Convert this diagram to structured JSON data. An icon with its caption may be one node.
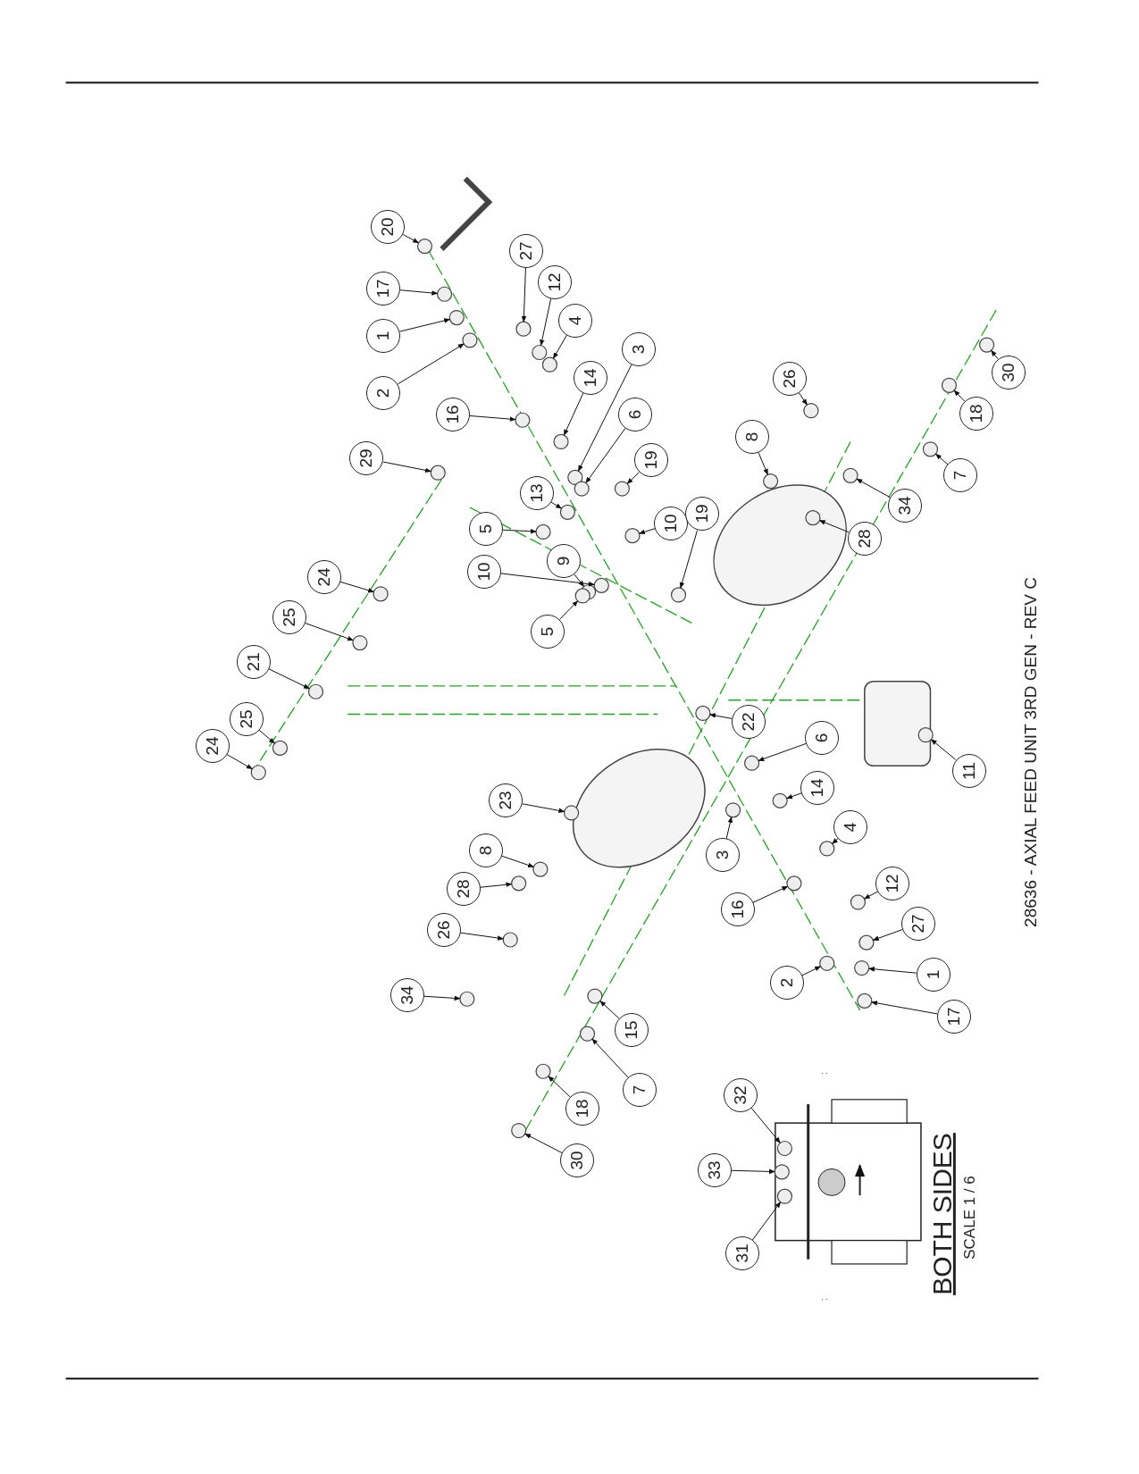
{
  "diagram": {
    "title": "28636 - AXIAL FEED UNIT 3RD GEN - REV C",
    "nodes": [
      {
        "text": [
          "20"
        ]
      },
      {
        "text": [
          "17"
        ]
      },
      {
        "text": [
          "1"
        ]
      },
      {
        "text": [
          "2"
        ]
      },
      {
        "text": [
          "27"
        ]
      },
      {
        "text": [
          "12"
        ]
      },
      {
        "text": [
          "4"
        ]
      },
      {
        "text": [
          "3"
        ]
      },
      {
        "text": [
          "14"
        ]
      },
      {
        "text": [
          "16"
        ]
      },
      {
        "text": [
          "6"
        ]
      },
      {
        "text": [
          "19"
        ]
      },
      {
        "text": [
          "13"
        ]
      },
      {
        "text": [
          "29"
        ]
      },
      {
        "text": [
          "8"
        ]
      },
      {
        "text": [
          "26"
        ]
      },
      {
        "text": [
          "30"
        ]
      },
      {
        "text": [
          "18"
        ]
      },
      {
        "text": [
          "7"
        ]
      },
      {
        "text": [
          "34"
        ]
      },
      {
        "text": [
          "28"
        ]
      },
      {
        "text": [
          "5"
        ]
      },
      {
        "text": [
          "10"
        ]
      },
      {
        "text": [
          "19"
        ]
      },
      {
        "text": [
          "9"
        ]
      },
      {
        "text": [
          "10"
        ]
      },
      {
        "text": [
          "5"
        ]
      },
      {
        "text": [
          "24"
        ]
      },
      {
        "text": [
          "25"
        ]
      },
      {
        "text": [
          "21"
        ]
      },
      {
        "text": [
          "25"
        ]
      },
      {
        "text": [
          "24"
        ]
      },
      {
        "text": [
          "22"
        ]
      },
      {
        "text": [
          "6"
        ]
      },
      {
        "text": [
          "3"
        ]
      },
      {
        "text": [
          "14"
        ]
      },
      {
        "text": [
          "11"
        ]
      },
      {
        "text": [
          "23"
        ]
      },
      {
        "text": [
          "8"
        ]
      },
      {
        "text": [
          "28"
        ]
      },
      {
        "text": [
          "26"
        ]
      },
      {
        "text": [
          "34"
        ]
      },
      {
        "text": [
          "15"
        ]
      },
      {
        "text": [
          "7"
        ]
      },
      {
        "text": [
          "18"
        ]
      },
      {
        "text": [
          "30"
        ]
      },
      {
        "text": [
          "4"
        ]
      },
      {
        "text": [
          "12"
        ]
      },
      {
        "text": [
          "16"
        ]
      },
      {
        "text": [
          "27"
        ]
      },
      {
        "text": [
          "1"
        ]
      },
      {
        "text": [
          "2"
        ]
      },
      {
        "text": [
          "17"
        ]
      },
      {
        "text": [
          "32"
        ]
      },
      {
        "text": [
          "33"
        ]
      },
      {
        "text": [
          "31"
        ]
      },
      {
        "text": [],
        "shape": "circle"
      },
      {
        "text": [],
        "shape": "circle"
      },
      {
        "text": [],
        "shape": "circle"
      },
      {
        "text": [],
        "shape": "circle"
      },
      {
        "text": [],
        "shape": "circle"
      },
      {
        "text": [],
        "shape": "circle"
      },
      {
        "text": [],
        "shape": "circle"
      },
      {
        "text": [],
        "shape": "circle"
      },
      {
        "text": [],
        "shape": "circle"
      },
      {
        "text": [],
        "shape": "circle"
      },
      {
        "text": [],
        "shape": "circle"
      },
      {
        "text": [],
        "shape": "circle"
      },
      {
        "text": [],
        "shape": "circle"
      },
      {
        "text": [],
        "shape": "circle"
      },
      {
        "text": [],
        "shape": "circle"
      },
      {
        "text": [],
        "shape": "circle"
      },
      {
        "text": [],
        "shape": "circle"
      },
      {
        "text": [],
        "shape": "circle"
      },
      {
        "text": [],
        "shape": "circle"
      },
      {
        "text": [],
        "shape": "circle"
      },
      {
        "text": [],
        "shape": "circle"
      },
      {
        "text": [],
        "shape": "circle"
      },
      {
        "text": [],
        "shape": "circle"
      },
      {
        "text": [],
        "shape": "circle"
      },
      {
        "text": [],
        "shape": "circle"
      },
      {
        "text": [],
        "shape": "circle"
      },
      {
        "text": [],
        "shape": "circle"
      },
      {
        "text": [],
        "shape": "circle"
      },
      {
        "text": [],
        "shape": "circle"
      },
      {
        "text": [],
        "shape": "circle"
      },
      {
        "text": [],
        "shape": "circle"
      },
      {
        "text": [],
        "shape": "circle"
      },
      {
        "text": [],
        "shape": "circle"
      },
      {
        "text": [],
        "shape": "circle"
      },
      {
        "text": [],
        "shape": "circle"
      },
      {
        "text": [],
        "shape": "circle"
      },
      {
        "text": [],
        "shape": "circle"
      },
      {
        "text": [],
        "shape": "circle"
      },
      {
        "text": [],
        "shape": "circle"
      },
      {
        "text": [],
        "shape": "circle"
      },
      {
        "text": [],
        "shape": "circle"
      },
      {
        "text": [],
        "shape": "circle"
      },
      {
        "text": [],
        "shape": "circle"
      },
      {
        "text": [],
        "shape": "circle"
      },
      {
        "text": [],
        "shape": "circle"
      },
      {
        "text": [],
        "shape": "circle"
      },
      {
        "text": [],
        "shape": "circle"
      },
      {
        "text": [],
        "shape": "circle"
      },
      {
        "text": [],
        "shape": "circle"
      },
      {
        "text": [],
        "shape": "circle"
      },
      {
        "text": [],
        "shape": "circle"
      },
      {
        "text": [],
        "shape": "circle"
      },
      {
        "text": [],
        "shape": "circle"
      },
      {
        "text": [],
        "shape": "circle"
      },
      {
        "text": [],
        "shape": "circle"
      },
      {
        "text": [],
        "shape": "circle"
      }
    ],
    "edges": [
      {
        "from": 0,
        "to": 56,
        "arrow": "to"
      },
      {
        "from": 1,
        "to": 57,
        "arrow": "to"
      },
      {
        "from": 2,
        "to": 58,
        "arrow": "to"
      },
      {
        "from": 3,
        "to": 59,
        "arrow": "to"
      },
      {
        "from": 4,
        "to": 60,
        "arrow": "to"
      },
      {
        "from": 5,
        "to": 61,
        "arrow": "to"
      },
      {
        "from": 6,
        "to": 62,
        "arrow": "to"
      },
      {
        "from": 7,
        "to": 63,
        "arrow": "to"
      },
      {
        "from": 8,
        "to": 64,
        "arrow": "to"
      },
      {
        "from": 9,
        "to": 65,
        "arrow": "to"
      },
      {
        "from": 10,
        "to": 66,
        "arrow": "to"
      },
      {
        "from": 11,
        "to": 67,
        "arrow": "to"
      },
      {
        "from": 12,
        "to": 68,
        "arrow": "to"
      },
      {
        "from": 13,
        "to": 69,
        "arrow": "to"
      },
      {
        "from": 14,
        "to": 70,
        "arrow": "to"
      },
      {
        "from": 15,
        "to": 71,
        "arrow": "to"
      },
      {
        "from": 16,
        "to": 72,
        "arrow": "to"
      },
      {
        "from": 17,
        "to": 73,
        "arrow": "to"
      },
      {
        "from": 18,
        "to": 74,
        "arrow": "to"
      },
      {
        "from": 19,
        "to": 75,
        "arrow": "to"
      },
      {
        "from": 20,
        "to": 76,
        "arrow": "to"
      },
      {
        "from": 21,
        "to": 77,
        "arrow": "to"
      },
      {
        "from": 22,
        "to": 78,
        "arrow": "to"
      },
      {
        "from": 23,
        "to": 79,
        "arrow": "to"
      },
      {
        "from": 24,
        "to": 80,
        "arrow": "to"
      },
      {
        "from": 25,
        "to": 81,
        "arrow": "to"
      },
      {
        "from": 26,
        "to": 82,
        "arrow": "to"
      },
      {
        "from": 27,
        "to": 83,
        "arrow": "to"
      },
      {
        "from": 28,
        "to": 84,
        "arrow": "to"
      },
      {
        "from": 29,
        "to": 85,
        "arrow": "to"
      },
      {
        "from": 30,
        "to": 86,
        "arrow": "to"
      },
      {
        "from": 31,
        "to": 87,
        "arrow": "to"
      },
      {
        "from": 32,
        "to": 88,
        "arrow": "to"
      },
      {
        "from": 33,
        "to": 89,
        "arrow": "to"
      },
      {
        "from": 34,
        "to": 90,
        "arrow": "to"
      },
      {
        "from": 35,
        "to": 91,
        "arrow": "to"
      },
      {
        "from": 36,
        "to": 92,
        "arrow": "to"
      },
      {
        "from": 37,
        "to": 93,
        "arrow": "to"
      },
      {
        "from": 38,
        "to": 94,
        "arrow": "to"
      },
      {
        "from": 39,
        "to": 95,
        "arrow": "to"
      },
      {
        "from": 40,
        "to": 96,
        "arrow": "to"
      },
      {
        "from": 41,
        "to": 97,
        "arrow": "to"
      },
      {
        "from": 42,
        "to": 98,
        "arrow": "to"
      },
      {
        "from": 43,
        "to": 99,
        "arrow": "to"
      },
      {
        "from": 44,
        "to": 100,
        "arrow": "to"
      },
      {
        "from": 45,
        "to": 101,
        "arrow": "to"
      },
      {
        "from": 46,
        "to": 102,
        "arrow": "to"
      },
      {
        "from": 47,
        "to": 103,
        "arrow": "to"
      },
      {
        "from": 48,
        "to": 104,
        "arrow": "to"
      },
      {
        "from": 49,
        "to": 105,
        "arrow": "to"
      },
      {
        "from": 50,
        "to": 106,
        "arrow": "to"
      },
      {
        "from": 51,
        "to": 107,
        "arrow": "to"
      },
      {
        "from": 52,
        "to": 108,
        "arrow": "to"
      },
      {
        "from": 53,
        "to": 109,
        "arrow": "to"
      },
      {
        "from": 54,
        "to": 110,
        "arrow": "to"
      },
      {
        "from": 55,
        "to": 111,
        "arrow": "to"
      }
    ],
    "labels": [
      ":",
      "BOTH SIDES",
      "SCALE 1 / 6",
      ":"
    ]
  }
}
